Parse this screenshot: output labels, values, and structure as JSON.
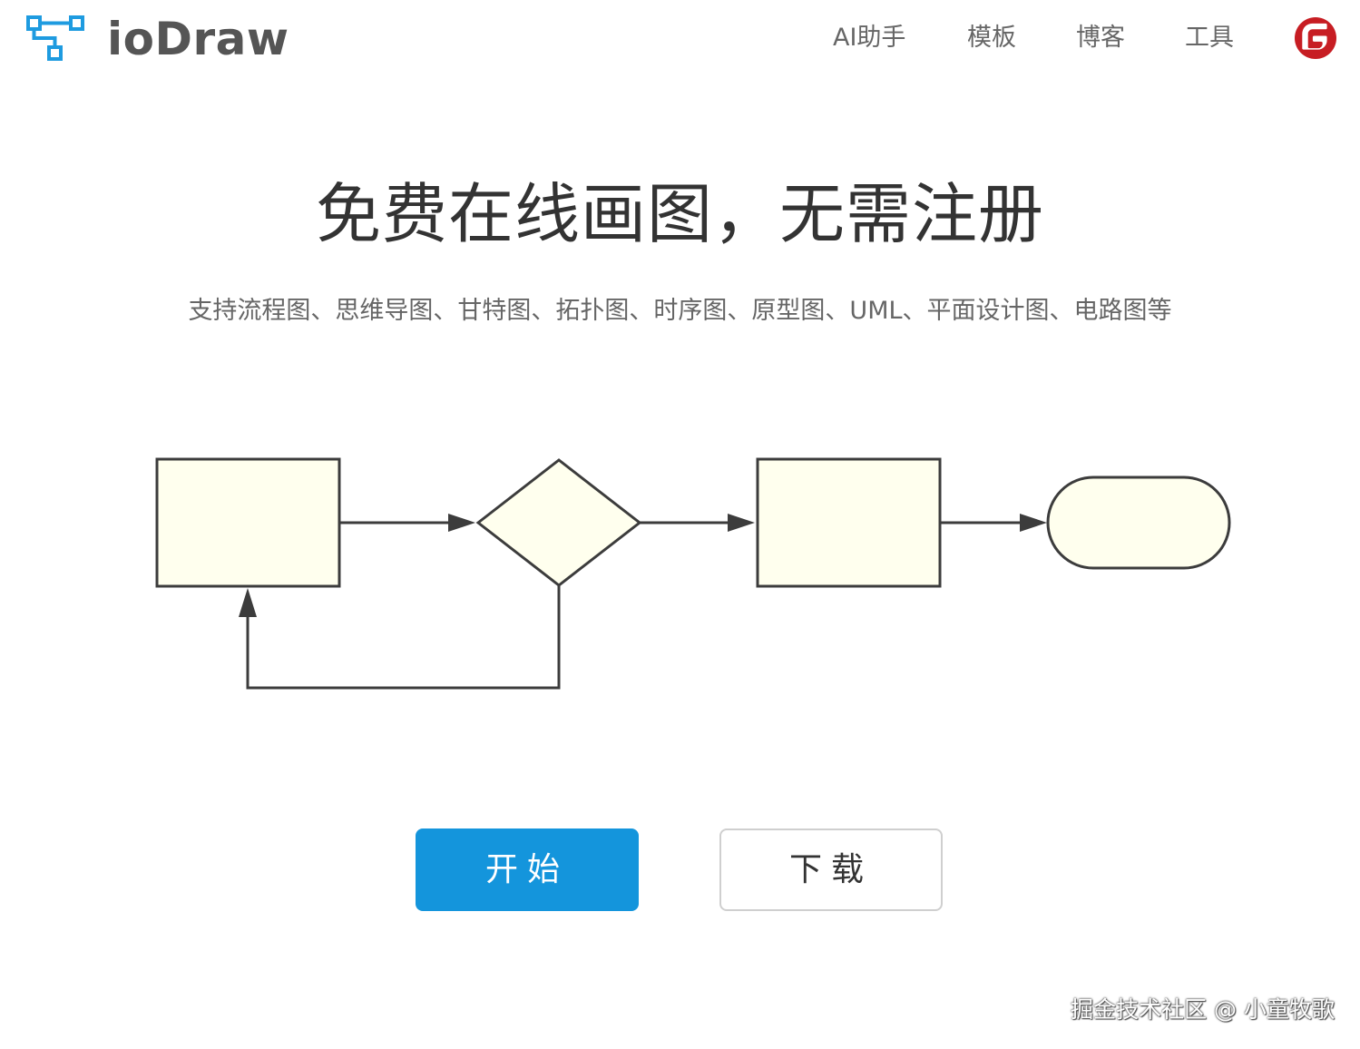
{
  "header": {
    "brand": "ioDraw",
    "nav": [
      {
        "label": "AI助手"
      },
      {
        "label": "模板"
      },
      {
        "label": "博客"
      },
      {
        "label": "工具"
      }
    ],
    "gitee_icon": "gitee-g-icon",
    "logo_icon": "flowchart-nodes-icon"
  },
  "hero": {
    "title": "免费在线画图，无需注册",
    "subtitle": "支持流程图、思维导图、甘特图、拓扑图、时序图、原型图、UML、平面设计图、电路图等"
  },
  "diagram": {
    "shape_fill": "#ffffee",
    "stroke": "#3c3c3c"
  },
  "buttons": {
    "start": "开始",
    "download": "下载"
  },
  "watermark": "掘金技术社区 @ 小童牧歌",
  "colors": {
    "accent": "#1495dc",
    "logo": "#1e9be0",
    "gitee": "#c71d23"
  }
}
